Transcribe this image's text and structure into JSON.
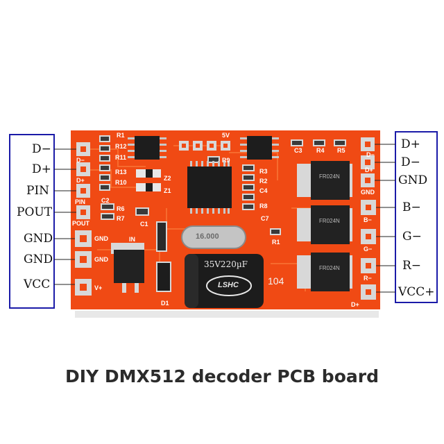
{
  "caption": "DIY DMX512 decoder PCB board",
  "left_labels": [
    "D−",
    "D+",
    "PIN",
    "POUT",
    "GND",
    "GND",
    "VCC"
  ],
  "right_labels": [
    "D+",
    "D−",
    "GND",
    "B−",
    "G−",
    "R−",
    "VCC+"
  ],
  "pcb_left_pads": [
    "D−",
    "D+",
    "PIN",
    "POUT",
    "GND",
    "GND",
    "V+"
  ],
  "pcb_right_pads": [
    "D−",
    "D+",
    "GND",
    "B−",
    "G−",
    "R−",
    "D+"
  ],
  "pcb_text": {
    "r1": "R1",
    "r2": "R2",
    "r3": "R3",
    "r4": "R4",
    "r5": "R5",
    "r6": "R6",
    "r7": "R7",
    "r8": "R8",
    "r9": "R9",
    "r10": "R10",
    "r11": "R11",
    "r12": "R12",
    "r13": "R13",
    "c1": "C1",
    "c2": "C2",
    "c3": "C3",
    "c4": "C4",
    "c7": "C7",
    "z1": "Z1",
    "z2": "Z2",
    "d1": "D1",
    "v5": "5V",
    "in": "IN",
    "crystal": "16.000",
    "cap_value": "35V220µF",
    "cap_brand": "LSHC",
    "cap_series": "104",
    "mosfet": "FR024N"
  },
  "colors": {
    "pcb": "#f04a14",
    "pcb_dark": "#d83a0c",
    "label_border": "#1a1aa8",
    "pad": "#d8d8d8"
  }
}
